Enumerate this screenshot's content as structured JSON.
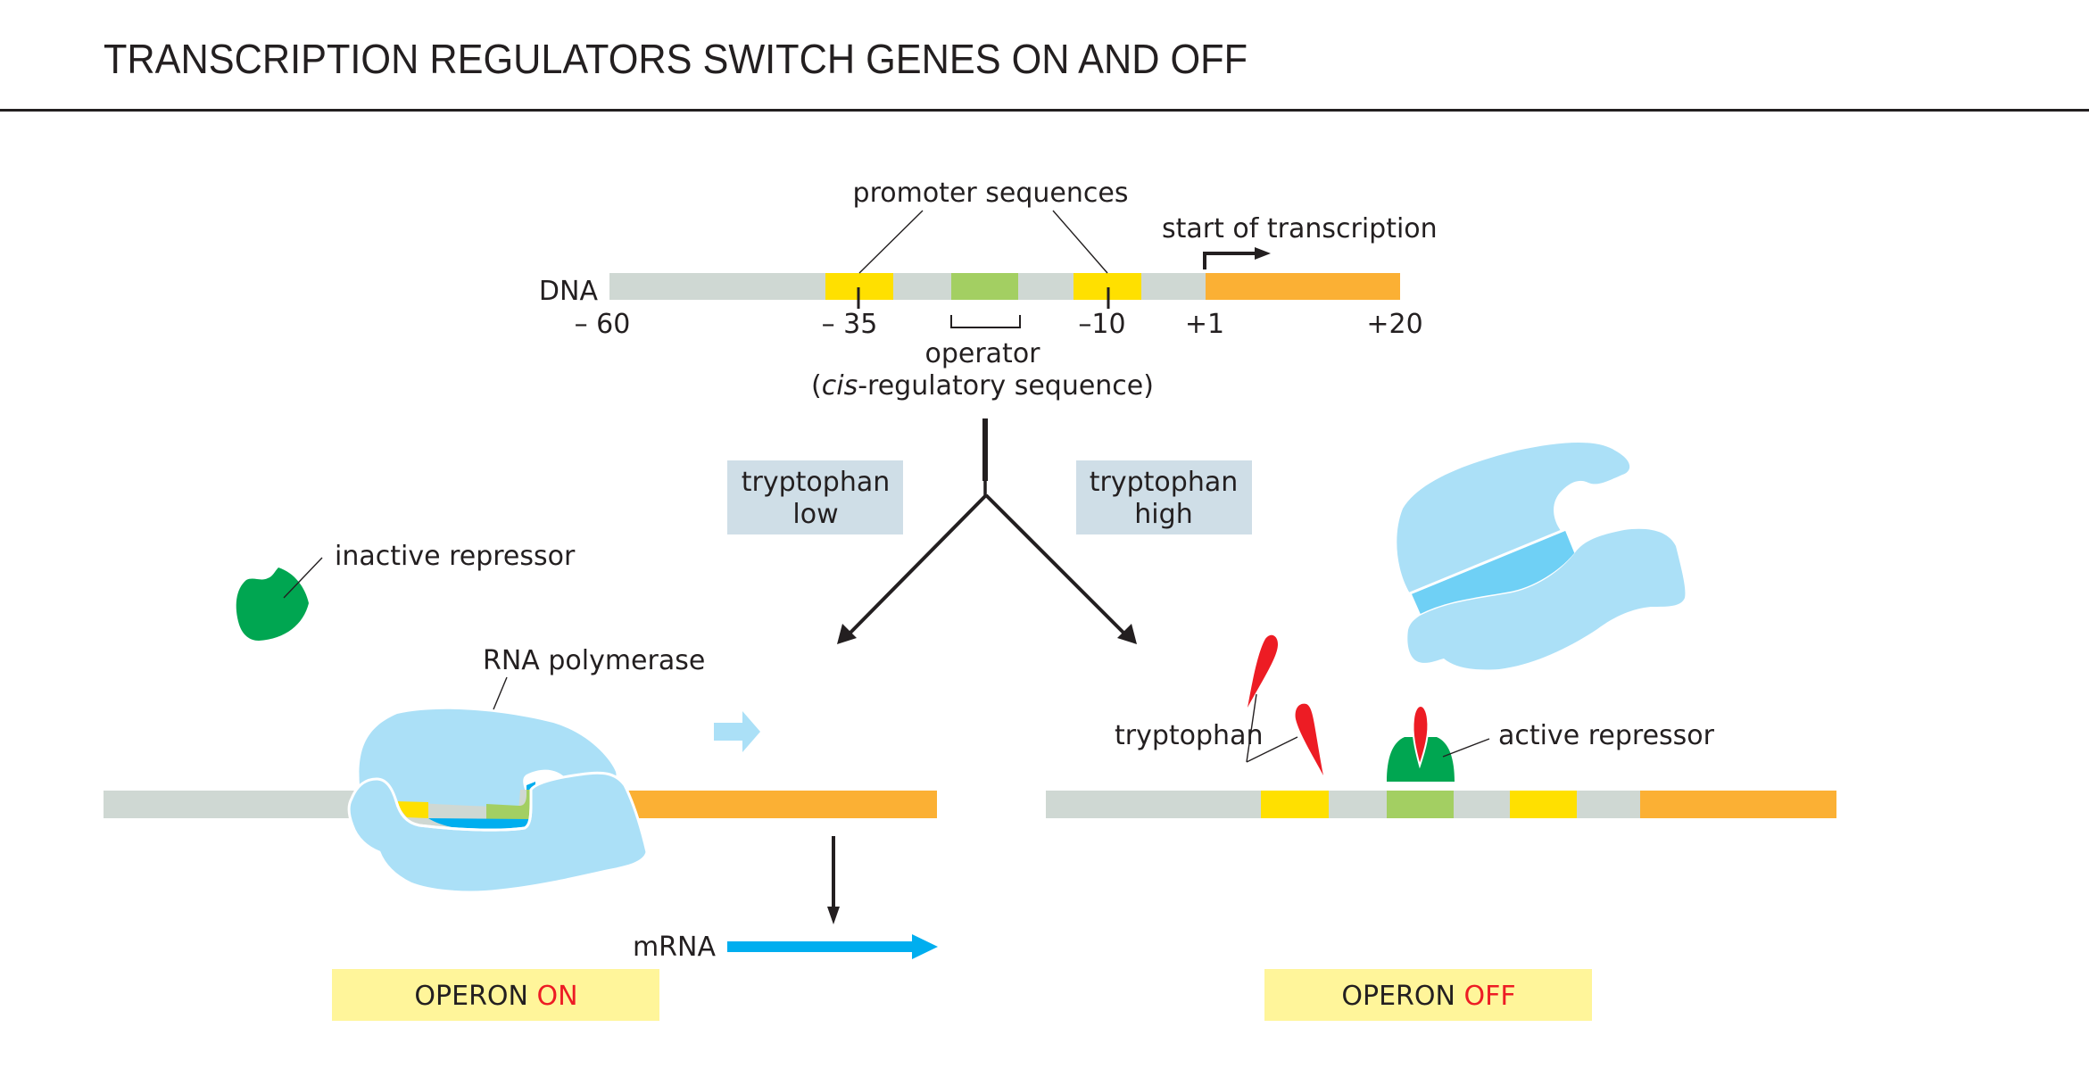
{
  "title": "TRANSCRIPTION REGULATORS SWITCH GENES ON AND OFF",
  "colors": {
    "dna_gray": "#cfd8d3",
    "promoter_yellow": "#ffe000",
    "operator_green": "#a3cf62",
    "gene_orange": "#fbb034",
    "polymerase_blue": "#abe0f7",
    "polymerase_inner": "#6fd0f5",
    "mrna_blue": "#00aeef",
    "repressor_green": "#00a651",
    "tryptophan_red": "#ed1c24",
    "condition_box": "#cfdee7",
    "operon_box": "#fff59a",
    "text": "#231f20"
  },
  "dna_map": {
    "dna_label": "DNA",
    "promoter_label": "promoter sequences",
    "start_label": "start of transcription",
    "operator_label": "operator",
    "operator_sub_open": "(",
    "operator_sub_italic": "cis",
    "operator_sub_rest": "-regulatory sequence)",
    "positions": [
      "– 60",
      "– 35",
      "–10",
      "+1",
      "+20"
    ]
  },
  "conditions": {
    "low": {
      "line1": "tryptophan",
      "line2": "low"
    },
    "high": {
      "line1": "tryptophan",
      "line2": "high"
    }
  },
  "left_panel": {
    "inactive_repressor_label": "inactive repressor",
    "rna_polymerase_label": "RNA polymerase",
    "mrna_label": "mRNA",
    "operon_prefix": "OPERON ",
    "operon_state": "ON"
  },
  "right_panel": {
    "tryptophan_label": "tryptophan",
    "active_repressor_label": "active repressor",
    "operon_prefix": "OPERON ",
    "operon_state": "OFF"
  }
}
